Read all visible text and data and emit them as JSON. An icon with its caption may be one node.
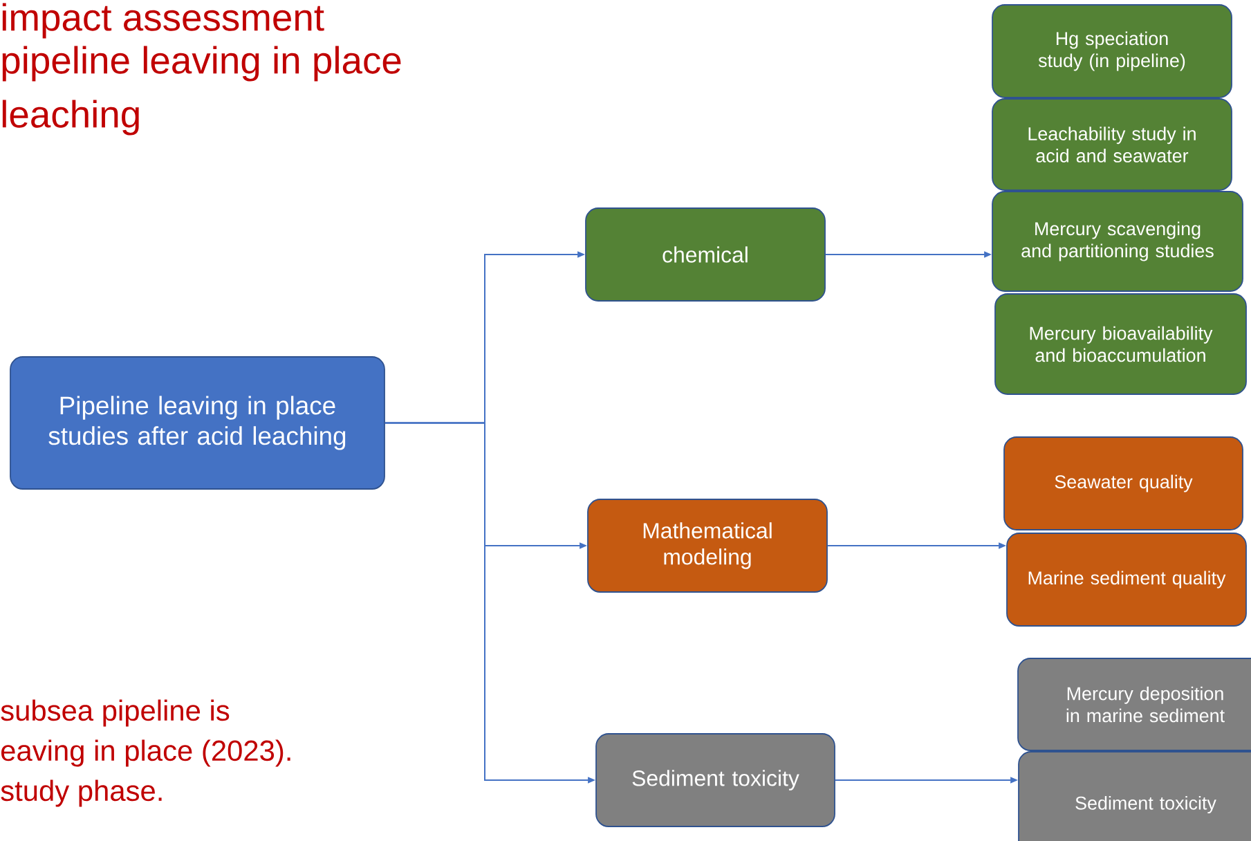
{
  "diagram": {
    "nodes": [
      {
        "text": [
          "Pipeline leaving in place studies after acid leaching"
        ]
      },
      {
        "text": [
          "chemical"
        ]
      },
      {
        "text": [
          "Mathematical modeling"
        ]
      },
      {
        "text": [
          "Sediment toxicity"
        ]
      },
      {
        "text": [
          "Hg speciation study (in pipeline)"
        ]
      },
      {
        "text": [
          "Leachability study in acid and seawater"
        ]
      },
      {
        "text": [
          "Mercury scavenging and partitioning studies"
        ]
      },
      {
        "text": [
          "Mercury bioavailability and bioaccumulation"
        ]
      },
      {
        "text": [
          "Seawater quality"
        ]
      },
      {
        "text": [
          "Marine sediment quality"
        ]
      },
      {
        "text": [
          "Mercury deposition in marine sediment"
        ]
      },
      {
        "text": [
          "Sediment toxicity"
        ]
      }
    ],
    "edges": [
      {
        "from": 0,
        "to": 1,
        "arrow": "to"
      },
      {
        "from": 0,
        "to": 2,
        "arrow": "to"
      },
      {
        "from": 0,
        "to": 3,
        "arrow": "to"
      },
      {
        "from": 1,
        "to": 6,
        "arrow": "to"
      },
      {
        "from": 2,
        "to": 9,
        "arrow": "to"
      },
      {
        "from": 3,
        "to": 11,
        "arrow": "to"
      }
    ],
    "labels": [
      "impact assessment",
      "pipeline leaving in place",
      "leaching",
      "subsea pipeline is",
      "eaving in place (2023).",
      "study phase."
    ]
  }
}
